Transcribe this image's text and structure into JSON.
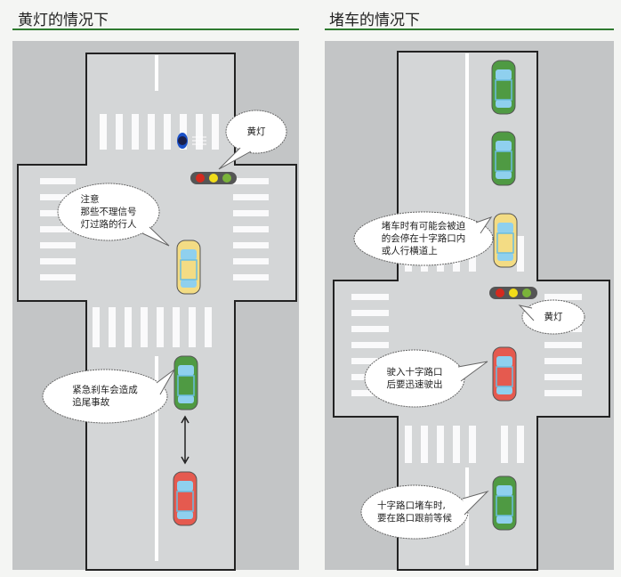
{
  "left": {
    "title": "黄灯的情况下",
    "bubble_light": "黄灯",
    "bubble_pedestrian": "注意\n那些不理信号\n灯过路的行人",
    "bubble_brake": "紧急刹车会造成\n追尾事故"
  },
  "right": {
    "title": "堵车的情况下",
    "bubble_stuck": "堵车时有可能会被迫\n的会停在十字路口内\n或人行横道上",
    "bubble_light": "黄灯",
    "bubble_exit": "驶入十字路口\n后要迅速驶出",
    "bubble_wait": "十字路口堵车时,\n要在路口跟前等候"
  },
  "colors": {
    "accent": "#2f7a2f",
    "road": "#d4d6d7",
    "sidewalk": "#c3c5c6",
    "red_light": "#d42a1e",
    "yellow_light": "#f1dc1a",
    "green_light": "#7ab33a",
    "car_yellow": "#f3dc84",
    "car_green": "#4f9a43",
    "car_red": "#e55a4f"
  }
}
